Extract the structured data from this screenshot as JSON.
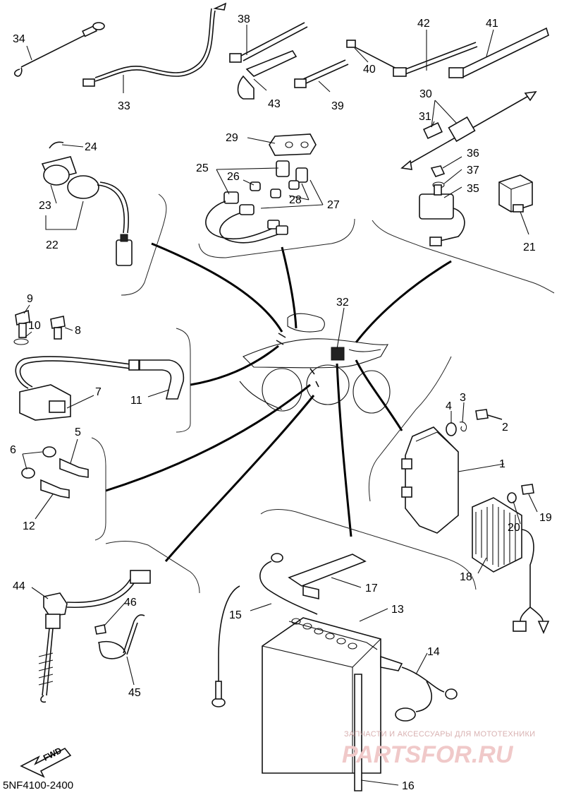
{
  "diagram_code": "5NF4100-2400",
  "fwd_label": "FWD",
  "watermark": {
    "tagline": "ЗАПЧАСТИ И АКСЕССУАРЫ ДЛЯ МОТОТЕХНИКИ",
    "brand": "PARTSFOR.RU"
  },
  "callouts": {
    "c1": "1",
    "c2": "2",
    "c3": "3",
    "c4": "4",
    "c5": "5",
    "c6": "6",
    "c7": "7",
    "c8": "8",
    "c9": "9",
    "c10": "10",
    "c11": "11",
    "c12": "12",
    "c13": "13",
    "c14": "14",
    "c15": "15",
    "c16": "16",
    "c17": "17",
    "c18": "18",
    "c19": "19",
    "c20": "20",
    "c21": "21",
    "c22": "22",
    "c23": "23",
    "c24": "24",
    "c25": "25",
    "c26": "26",
    "c27": "27",
    "c28": "28",
    "c29": "29",
    "c30": "30",
    "c31": "31",
    "c32": "32",
    "c33": "33",
    "c34": "34",
    "c35": "35",
    "c36": "36",
    "c37": "37",
    "c38": "38",
    "c39": "39",
    "c40": "40",
    "c41": "41",
    "c42": "42",
    "c43": "43",
    "c44": "44",
    "c45": "45",
    "c46": "46"
  }
}
